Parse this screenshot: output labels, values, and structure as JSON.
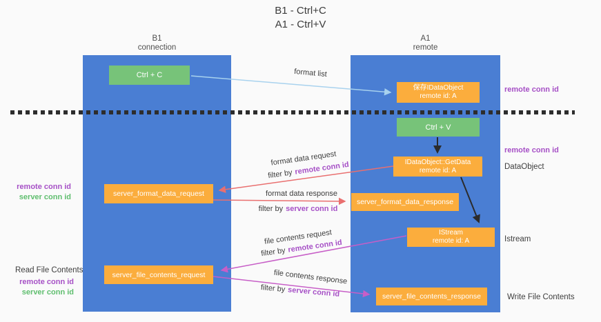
{
  "title": {
    "line1": "B1 - Ctrl+C",
    "line2": "A1 - Ctrl+V"
  },
  "columns": {
    "left": {
      "header_line1": "B1",
      "header_line2": "connection"
    },
    "right": {
      "header_line1": "A1",
      "header_line2": "remote"
    }
  },
  "boxes": {
    "ctrl_c": {
      "label": "Ctrl + C"
    },
    "save_idataobject": {
      "line1": "保存IDataObject",
      "line2": "remote id: A"
    },
    "ctrl_v": {
      "label": "Ctrl + V"
    },
    "getdata": {
      "line1": "IDataObject::GetData",
      "line2": "remote id: A"
    },
    "format_request": {
      "label": "server_format_data_request"
    },
    "format_response": {
      "label": "server_format_data_response"
    },
    "istream": {
      "line1": "IStream",
      "line2": "remote id: A"
    },
    "file_request": {
      "label": "server_file_contents_request"
    },
    "file_response": {
      "label": "server_file_contents_response"
    }
  },
  "labels": {
    "remote_conn_id": "remote conn id",
    "server_conn_id": "server conn id",
    "filter_by": "filter by",
    "format_list": "format list",
    "format_data_request": "format data request",
    "format_data_response": "format data response",
    "file_contents_request": "file contents request",
    "file_contents_response": "file contents response",
    "read_file_contents": "Read File Contents",
    "write_file_contents": "Write File Contents",
    "dataobject": "DataObject",
    "istream": "Istream"
  },
  "colors": {
    "column_blue": "#4a7ed3",
    "box_green": "#77c379",
    "box_orange": "#fbad3d",
    "purple_text": "#a650c6",
    "green_text": "#5fbe6e",
    "arrow_blue": "#a8d2ee",
    "arrow_red": "#e96f6f",
    "arrow_magenta": "#c75ec7",
    "arrow_black": "#2b2b2b"
  }
}
